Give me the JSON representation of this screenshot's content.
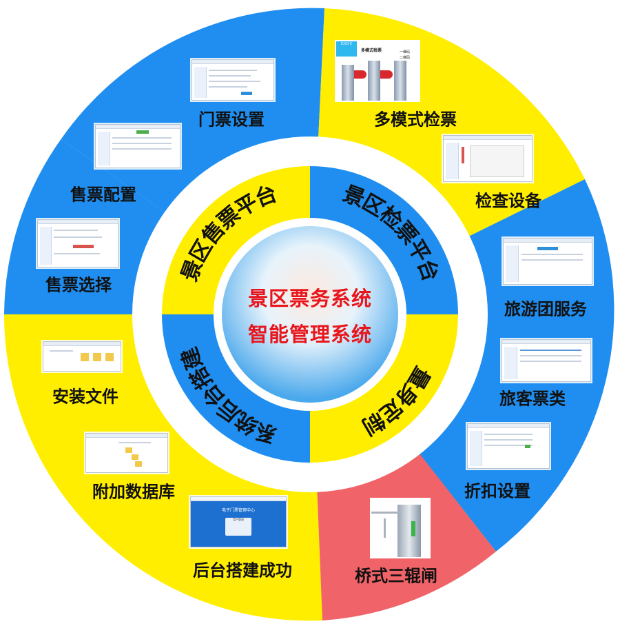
{
  "center": {
    "line1": "景区票务系统",
    "line2": "智能管理系统"
  },
  "inner_ring": {
    "sales_platform": "景区售票平台",
    "check_platform": "景区检票平台",
    "backend_setup": "系统后台搭建",
    "upgrade": "量身定制"
  },
  "outer_items": {
    "ticket_setting": "门票设置",
    "multimode_check": "多模式检票",
    "sales_config": "售票配置",
    "check_device": "检查设备",
    "sales_select": "售票选择",
    "tour_group": "旅游团服务",
    "install_files": "安装文件",
    "visitor_ticket": "旅客票类",
    "attach_db": "附加数据库",
    "discount": "折扣设置",
    "backend_success": "后台搭建成功",
    "turnstile": "桥式三辊闸"
  },
  "gate_panel": {
    "badge": "IC/ID卡",
    "title": "多模式检票",
    "line1": "一维码",
    "line2": "二维码"
  },
  "login_panel": {
    "title": "电子门票管理中心",
    "subtitle": "用户登录"
  },
  "colors": {
    "blue": "#1f8ef0",
    "yellow": "#ffee00",
    "red": "#f06368",
    "text_red": "#e8161c"
  }
}
